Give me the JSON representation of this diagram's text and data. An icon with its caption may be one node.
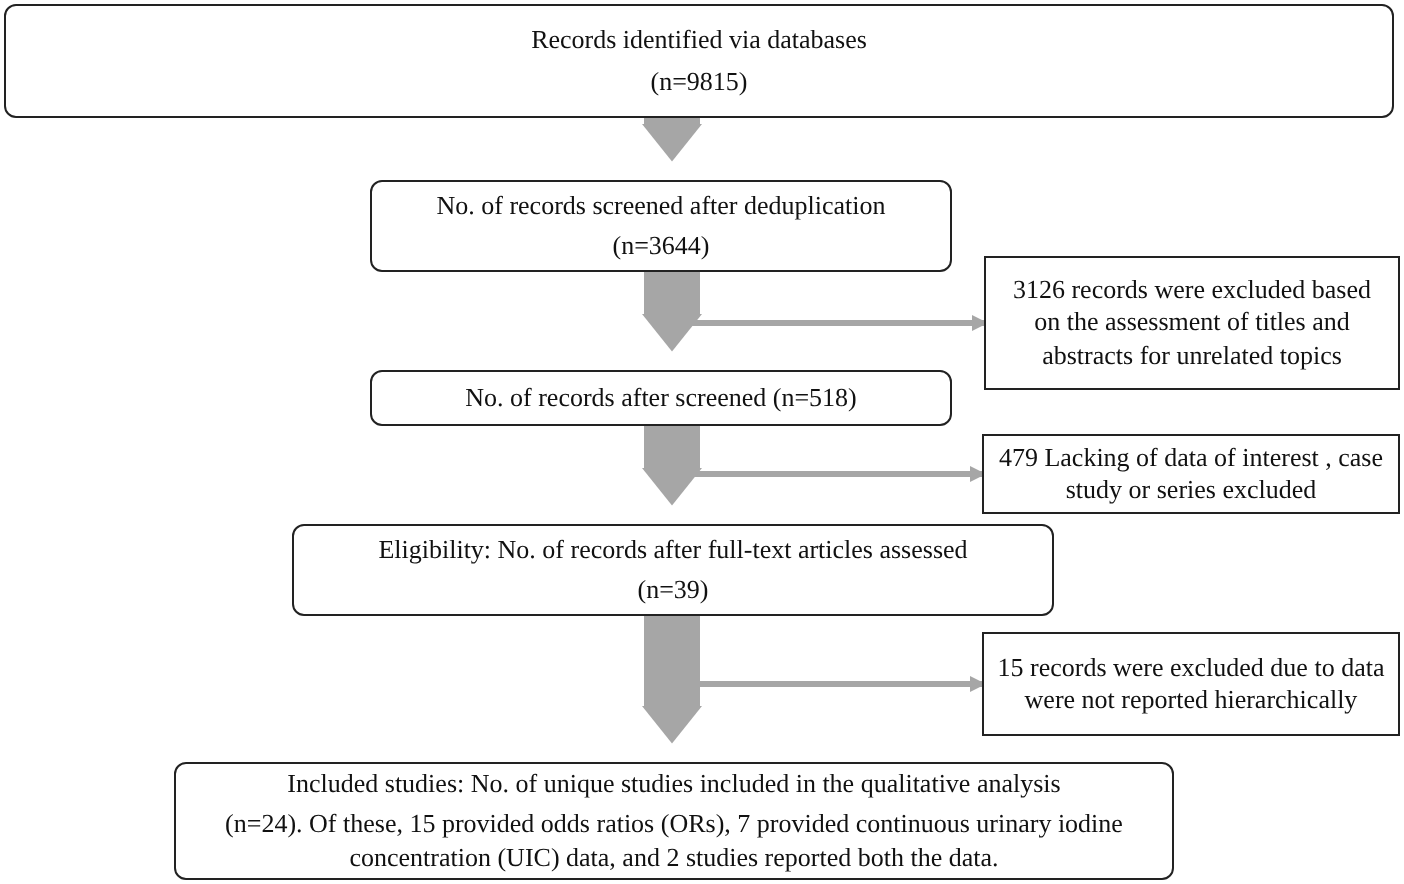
{
  "diagram": {
    "nodes": [
      {
        "text": [
          "Records identified via databases",
          "(n=9815)"
        ]
      },
      {
        "text": [
          "No. of records screened after deduplication",
          "(n=3644)"
        ]
      },
      {
        "text": [
          "3126 records were excluded based on the assessment of titles and abstracts for unrelated topics"
        ]
      },
      {
        "text": [
          "No. of records after screened (n=518)"
        ]
      },
      {
        "text": [
          "479 Lacking of data of interest , case study or series excluded"
        ]
      },
      {
        "text": [
          "Eligibility: No. of records after full-text articles assessed",
          "(n=39)"
        ]
      },
      {
        "text": [
          "15 records were excluded due to data were not reported hierarchically"
        ]
      },
      {
        "text": [
          "Included studies: No. of unique studies included in the qualitative analysis",
          "(n=24). Of these, 15 provided odds ratios (ORs), 7 provided continuous urinary iodine concentration (UIC) data, and 2 studies reported both the data."
        ]
      }
    ],
    "edges": [
      {
        "from": 0,
        "to": 1,
        "arrow": "to"
      },
      {
        "from": 1,
        "to": 3,
        "arrow": "to"
      },
      {
        "from": 1,
        "to": 2,
        "arrow": "to"
      },
      {
        "from": 3,
        "to": 5,
        "arrow": "to"
      },
      {
        "from": 3,
        "to": 4,
        "arrow": "to"
      },
      {
        "from": 5,
        "to": 7,
        "arrow": "to"
      },
      {
        "from": 5,
        "to": 6,
        "arrow": "to"
      }
    ]
  }
}
